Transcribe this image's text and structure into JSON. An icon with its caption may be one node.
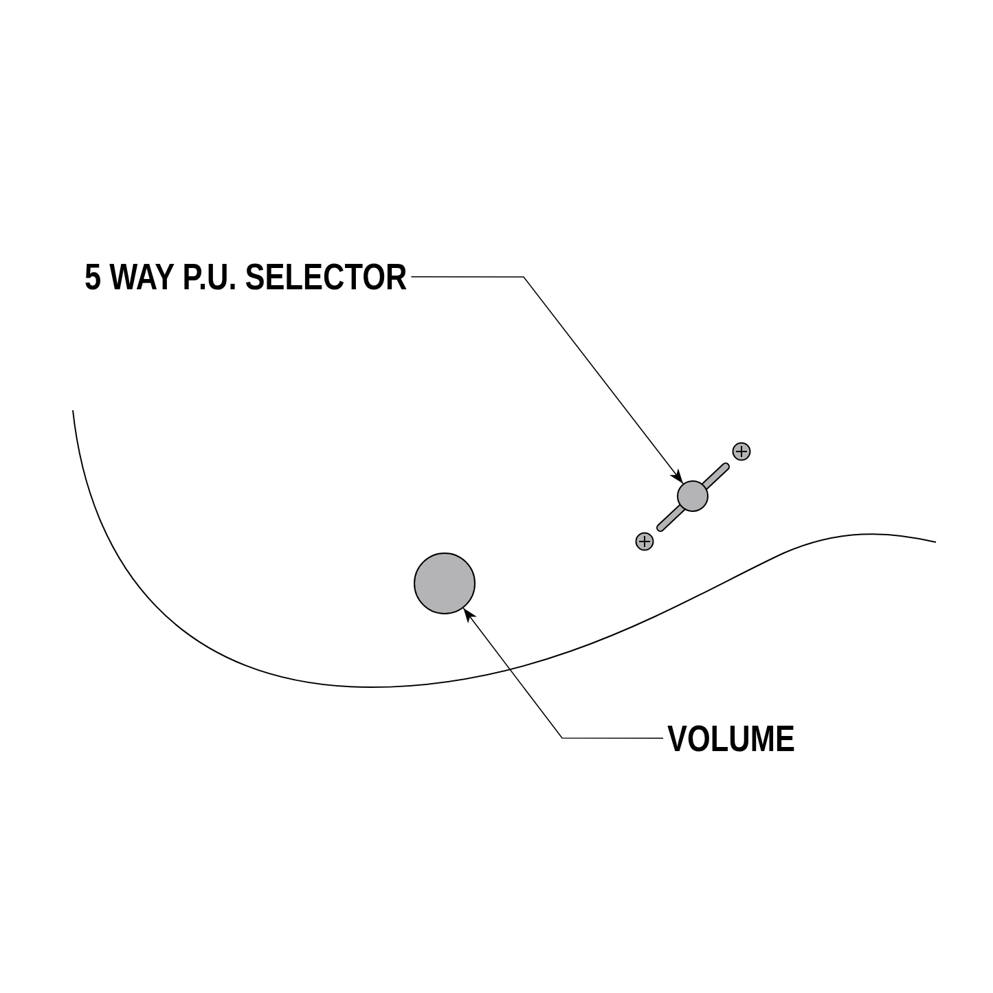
{
  "diagram": {
    "nodes": [
      {
        "text": [
          "5 WAY P.U. SELECTOR"
        ]
      },
      {
        "text": [],
        "shape": "circle"
      },
      {
        "text": [],
        "shape": "circle"
      },
      {
        "text": [
          "VOLUME"
        ]
      }
    ],
    "edges": [
      {
        "from": 0,
        "to": 1,
        "arrow": "to"
      },
      {
        "from": 3,
        "to": 2,
        "arrow": "to"
      }
    ]
  }
}
